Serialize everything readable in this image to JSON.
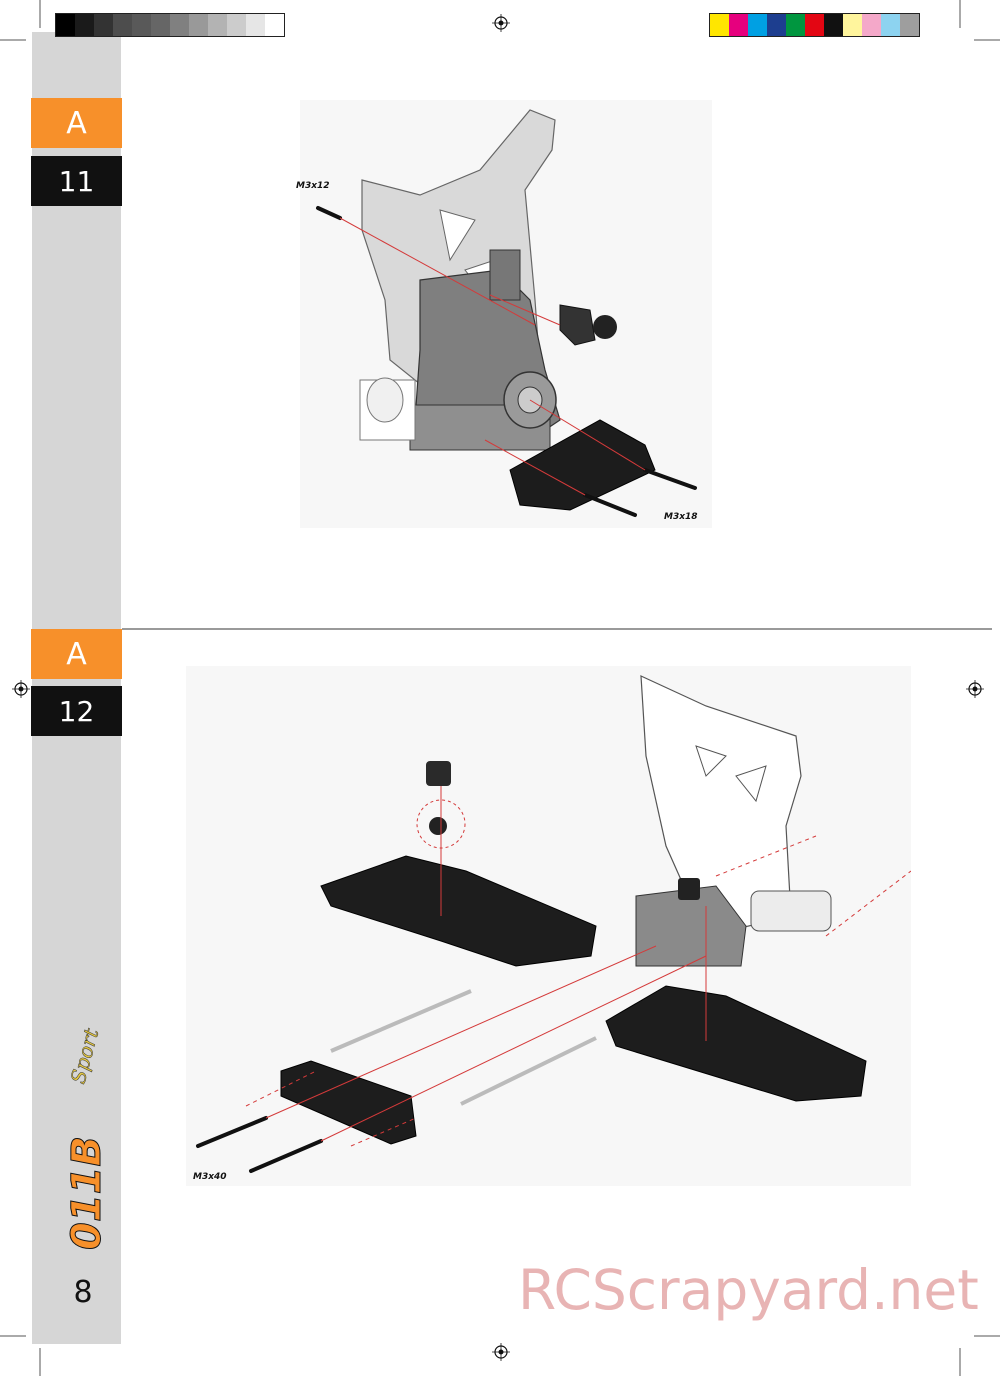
{
  "color_bar_gray": [
    "#000000",
    "#1a1a1a",
    "#333333",
    "#4d4d4d",
    "#595959",
    "#666666",
    "#808080",
    "#999999",
    "#b3b3b3",
    "#cccccc",
    "#e6e6e6",
    "#ffffff"
  ],
  "color_bar_color": [
    "#ffe600",
    "#e6007e",
    "#00a0e3",
    "#1d3e8f",
    "#00963f",
    "#e30613",
    "#111111",
    "#fff59d",
    "#f4a8c9",
    "#8dd3f0",
    "#9e9e9e"
  ],
  "colors": {
    "accent": "#f7902a",
    "sidebar": "#d6d6d6",
    "tab_dark": "#111111",
    "line_red": "#d43a3a"
  },
  "steps": [
    {
      "section": "A",
      "number": "11",
      "labels": {
        "top": "M3x12",
        "bottom": "M3x18"
      }
    },
    {
      "section": "A",
      "number": "12",
      "labels": {
        "bottom": "M3x40"
      }
    }
  ],
  "page_number": "8",
  "brand": {
    "logo": "011B Sport"
  },
  "watermark": "RCScrapyard.net"
}
